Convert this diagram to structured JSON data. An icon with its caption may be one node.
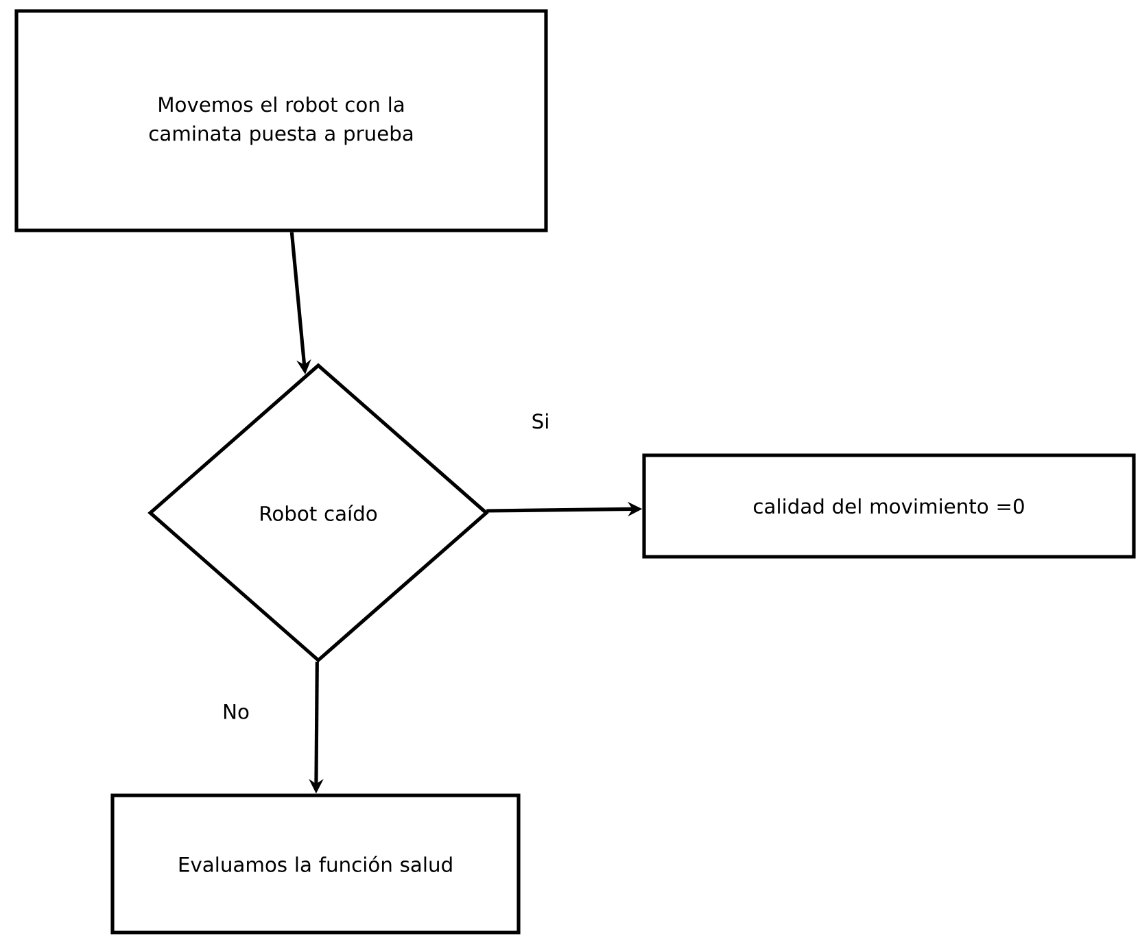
{
  "diagram": {
    "nodes": [
      {
        "text": [
          "Movemos el robot con la caminata puesta a prueba"
        ]
      },
      {
        "text": [
          "Robot caído"
        ]
      },
      {
        "text": [
          "calidad del movimiento =0"
        ]
      },
      {
        "text": [
          "Evaluamos la función salud"
        ]
      }
    ],
    "edges": [
      {
        "from": 0,
        "to": 1,
        "arrow": "to"
      },
      {
        "from": 1,
        "to": 2,
        "arrow": "to",
        "label": "Si"
      },
      {
        "from": 1,
        "to": 3,
        "arrow": "to",
        "label": "No"
      }
    ]
  }
}
